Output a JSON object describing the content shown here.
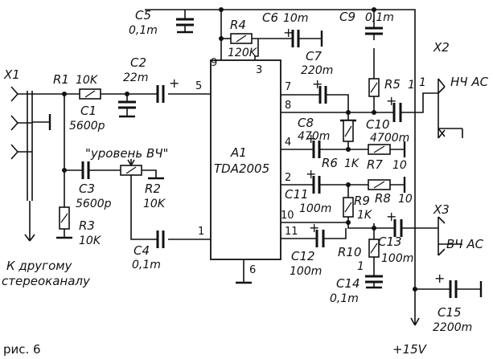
{
  "figure": {
    "caption": "рис. 6"
  },
  "chip": {
    "ref": "A1",
    "part": "TDA2005"
  },
  "pins": [
    "9",
    "3",
    "5",
    "7",
    "8",
    "4",
    "2",
    "10",
    "11",
    "1",
    "6"
  ],
  "connectors": {
    "x1": "X1",
    "x2": {
      "ref": "X2",
      "pin": "1",
      "label": "НЧ АС"
    },
    "x3": {
      "ref": "X3",
      "label": "ВЧ АС"
    }
  },
  "labels": {
    "hf_level": "\"уровень ВЧ\"",
    "other_channel_1": "К другому",
    "other_channel_2": "стереоканалу",
    "supply": "+15V"
  },
  "components": {
    "R1": {
      "ref": "R1",
      "value": "10K"
    },
    "R2": {
      "ref": "R2",
      "value": "10K"
    },
    "R3": {
      "ref": "R3",
      "value": "10K"
    },
    "R4": {
      "ref": "R4",
      "value": "120K"
    },
    "R5": {
      "ref": "R5",
      "value": "1"
    },
    "R6": {
      "ref": "R6",
      "value": "1K"
    },
    "R7": {
      "ref": "R7",
      "value": "10"
    },
    "R8": {
      "ref": "R8",
      "value": "10"
    },
    "R9": {
      "ref": "R9",
      "value": "1K"
    },
    "R10": {
      "ref": "R10",
      "value": "1"
    },
    "C1": {
      "ref": "C1",
      "value": "5600p"
    },
    "C2": {
      "ref": "C2",
      "value": "22m"
    },
    "C3": {
      "ref": "C3",
      "value": "5600p"
    },
    "C4": {
      "ref": "C4",
      "value": "0,1m"
    },
    "C5": {
      "ref": "C5",
      "value": "0,1m"
    },
    "C6": {
      "ref": "C6",
      "value": "10m"
    },
    "C7": {
      "ref": "C7",
      "value": "220m"
    },
    "C8": {
      "ref": "C8",
      "value": "470m"
    },
    "C9": {
      "ref": "C9",
      "value": "0,1m"
    },
    "C10": {
      "ref": "C10",
      "value": "4700m"
    },
    "C11": {
      "ref": "C11",
      "value": "100m"
    },
    "C12": {
      "ref": "C12",
      "value": "100m"
    },
    "C13": {
      "ref": "C13",
      "value": "100m"
    },
    "C14": {
      "ref": "C14",
      "value": "0,1m"
    },
    "C15": {
      "ref": "C15",
      "value": "2200m"
    }
  }
}
